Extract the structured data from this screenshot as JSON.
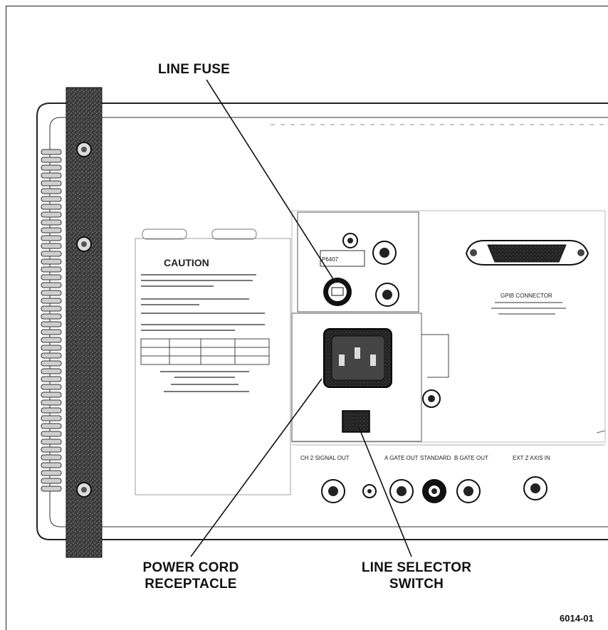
{
  "callouts": {
    "line_fuse": "LINE FUSE",
    "power_cord_line1": "POWER CORD",
    "power_cord_line2": "RECEPTACLE",
    "line_selector_line1": "LINE SELECTOR",
    "line_selector_line2": "SWITCH"
  },
  "figure_id": "6014-01",
  "panel": {
    "caution_title": "CAUTION",
    "gpib_label": "GPIB CONNECTOR",
    "module_label": "P6407",
    "ch2_label": "CH 2 SIGNAL OUT",
    "a_gate_label": "A GATE OUT",
    "standard_label": "STANDARD",
    "b_gate_label": "B GATE OUT",
    "ext_z_label": "EXT Z AXIS IN"
  }
}
